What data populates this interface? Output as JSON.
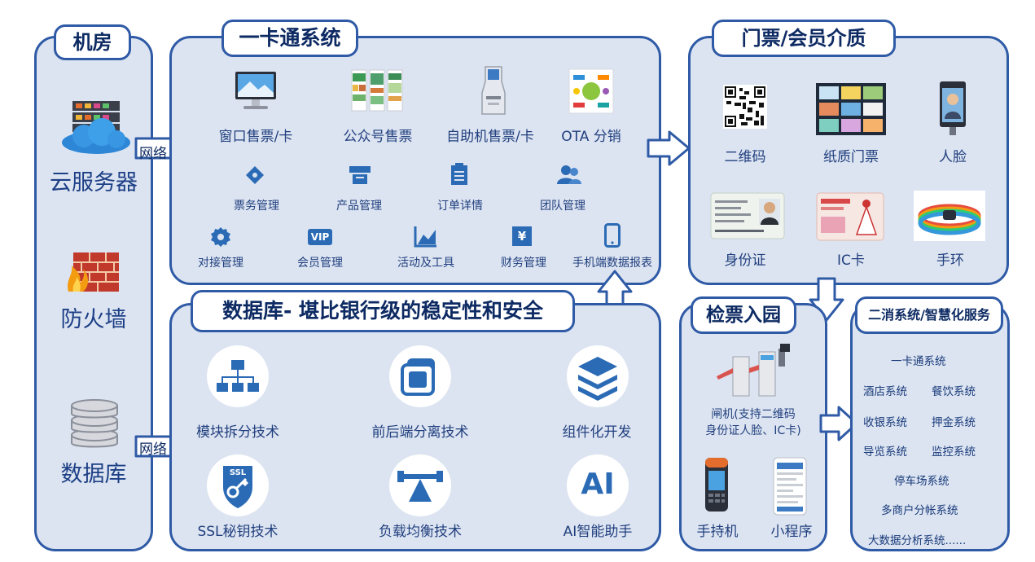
{
  "machine_room": {
    "title": "机房",
    "items": [
      "云服务器",
      "防火墙",
      "数据库"
    ]
  },
  "network_label": "网络",
  "card_system": {
    "title": "一卡通系统",
    "channels": [
      "窗口售票/卡",
      "公众号售票",
      "自助机售票/卡",
      "OTA 分销"
    ],
    "modules_row1": [
      "票务管理",
      "产品管理",
      "订单详情",
      "团队管理"
    ],
    "modules_row2": [
      "对接管理",
      "会员管理",
      "活动及工具",
      "财务管理",
      "手机端数据报表"
    ],
    "vip_text": "VIP",
    "yen_text": "¥"
  },
  "media": {
    "title": "门票/会员介质",
    "items": [
      "二维码",
      "纸质门票",
      "人脸",
      "身份证",
      "IC卡",
      "手环"
    ]
  },
  "database": {
    "title": "数据库- 堪比银行级的稳定性和安全",
    "items": [
      "模块拆分技术",
      "前后端分离技术",
      "组件化开发",
      "SSL秘钥技术",
      "负载均衡技术",
      "AI智能助手"
    ],
    "ssl_text": "SSL",
    "ai_text": "AI"
  },
  "checkin": {
    "title": "检票入园",
    "gate_line1": "闸机(支持二维码",
    "gate_line2": "身份证人脸、IC卡)",
    "handheld": "手持机",
    "miniprogram": "小程序"
  },
  "services": {
    "title": "二消系统/智慧化服务",
    "items": [
      "一卡通系统",
      "酒店系统",
      "餐饮系统",
      "收银系统",
      "押金系统",
      "导览系统",
      "监控系统",
      "停车场系统",
      "多商户分帐系统",
      "大数据分析系统......"
    ]
  },
  "colors": {
    "panel_bg": "#dce4f1",
    "border": "#2f5aa6",
    "title_text": "#0d2a63",
    "icon_blue": "#2b6bb5"
  }
}
